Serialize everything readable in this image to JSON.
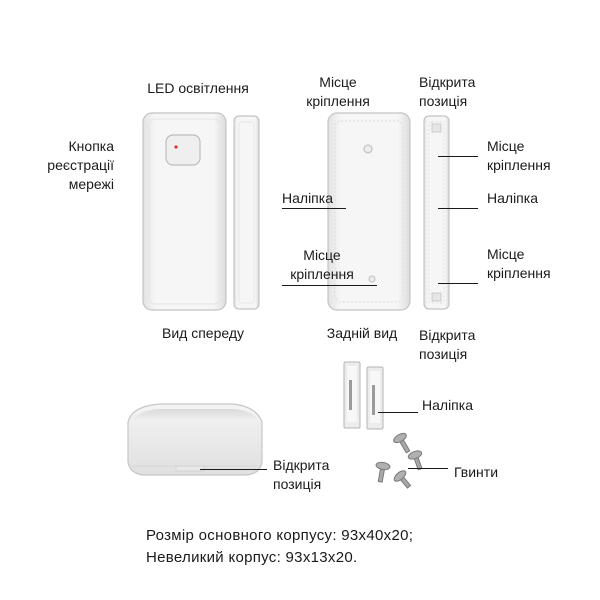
{
  "labels": {
    "led": "LED освітлення",
    "network_button": [
      "Кнопка",
      "реєстрації",
      "мережі"
    ],
    "front_view": "Вид спереду",
    "mount_top": [
      "Місце",
      "кріплення"
    ],
    "sticker_left": "Наліпка",
    "mount_left": [
      "Місце",
      "кріплення"
    ],
    "back_view": "Задній вид",
    "open_top": [
      "Відкрита",
      "позиція"
    ],
    "mount_right_top": [
      "Місце",
      "кріплення"
    ],
    "sticker_right": "Наліпка",
    "mount_right_bottom": [
      "Місце",
      "кріплення"
    ],
    "open_bottom": [
      "Відкрита",
      "позиція"
    ],
    "sticker_tape": "Наліпка",
    "screws": "Гвинти",
    "open_side": [
      "Відкрита",
      "позиція"
    ]
  },
  "specs": {
    "main_size": "Розмір основного корпусу: 93х40х20;",
    "small_size": "Невеликий корпус: 93х13х20."
  },
  "colors": {
    "led": "#e03030",
    "device": "#f2f2f2",
    "device_edge": "#c8c8c8"
  }
}
